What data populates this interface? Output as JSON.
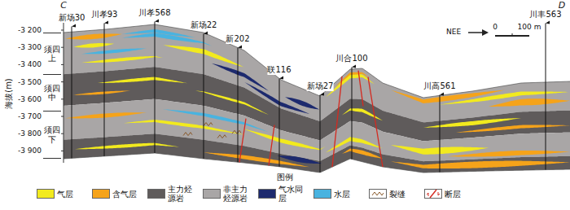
{
  "diagram": {
    "nodes": [
      {
        "text": [
          "须四上"
        ]
      },
      {
        "text": [
          "须四中"
        ]
      },
      {
        "text": [
          "须四下"
        ]
      }
    ],
    "labels": [
      "C",
      "D",
      "新场30",
      "川孝93",
      "川孝568",
      "新场22",
      "新202",
      "联116",
      "新场27",
      "川合100",
      "川高561",
      "川丰563",
      "海拔(m)",
      "-3 200",
      "-3 300",
      "-3 400",
      "-3 500",
      "-3 600",
      "-3 700",
      "-3 800",
      "-3 900",
      "NEE",
      "0",
      "100 m",
      "图例"
    ],
    "legend": [
      {
        "text": "气层",
        "color": "#f2ea1e"
      },
      {
        "text": "含气层",
        "color": "#f5a31a"
      },
      {
        "text": "主力烃源岩",
        "color": "#5f5b5b"
      },
      {
        "text": "非主力烃源岩",
        "color": "#a9a6a6"
      },
      {
        "text": "气水同层",
        "color": "#1d2a6e"
      },
      {
        "text": "水层",
        "color": "#49b3e0"
      },
      {
        "text": "裂缝"
      },
      {
        "text": "断层"
      }
    ]
  }
}
